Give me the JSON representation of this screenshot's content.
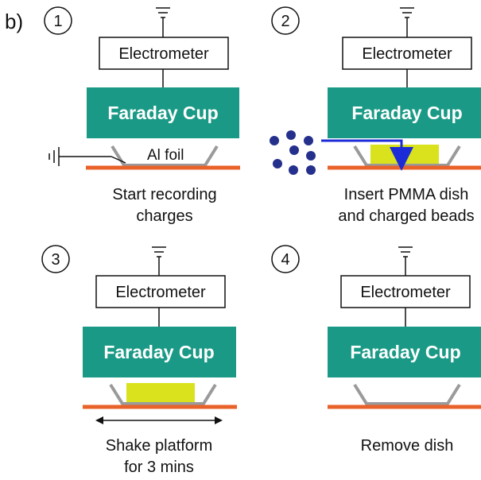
{
  "panel_label": "b)",
  "colors": {
    "cup_fill": "#1a9a86",
    "platform": "#e8622a",
    "dish": "#9a9a9a",
    "sample": "#d9e21c",
    "bead": "#24308c",
    "arrow": "#1b2bd8"
  },
  "steps": [
    {
      "number": "1",
      "electrometer": "Electrometer",
      "cup": "Faraday Cup",
      "foil_label": "Al foil",
      "caption_lines": [
        "Start recording",
        "charges"
      ]
    },
    {
      "number": "2",
      "electrometer": "Electrometer",
      "cup": "Faraday Cup",
      "caption_lines": [
        "Insert PMMA dish",
        "and charged beads"
      ]
    },
    {
      "number": "3",
      "electrometer": "Electrometer",
      "cup": "Faraday Cup",
      "caption_lines": [
        "Shake platform",
        "for 3 mins"
      ]
    },
    {
      "number": "4",
      "electrometer": "Electrometer",
      "cup": "Faraday Cup",
      "caption_lines": [
        "Remove dish"
      ]
    }
  ]
}
